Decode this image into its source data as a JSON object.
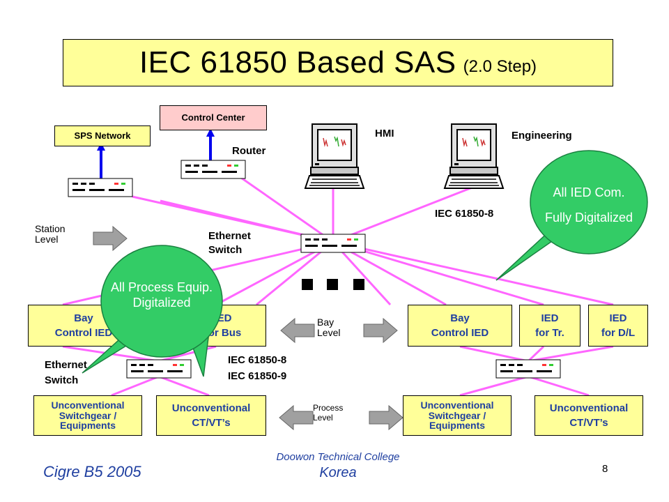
{
  "title": {
    "main": "IEC 61850 Based SAS",
    "step": "(2.0 Step)"
  },
  "top": {
    "sps_network": "SPS Network",
    "control_center": "Control Center",
    "router": "Router",
    "hmi": "HMI",
    "engineering": "Engineering",
    "iec_station": "IEC 61850-8",
    "ethernet_switch_1": "Ethernet",
    "ethernet_switch_2": "Switch",
    "station_level_1": "Station",
    "station_level_2": "Level"
  },
  "bay": {
    "left_bay_1": "Bay",
    "left_bay_2": "Control IED",
    "left_ied_1": "IED",
    "left_ied_2": "for Bus",
    "bay_level_1": "Bay",
    "bay_level_2": "Level",
    "right_bay_1": "Bay",
    "right_bay_2": "Control IED",
    "ied_tr_1": "IED",
    "ied_tr_2": "for Tr.",
    "ied_dl_1": "IED",
    "ied_dl_2": "for D/L"
  },
  "process": {
    "eth_switch_1": "Ethernet",
    "eth_switch_2": "Switch",
    "iec_8": "IEC 61850-8",
    "iec_9": "IEC 61850-9",
    "process_level_1": "Process",
    "process_level_2": "Level",
    "left_switchgear_1": "Unconventional",
    "left_switchgear_2": "Switchgear /",
    "left_switchgear_3": "Equipments",
    "left_ctvt_1": "Unconventional",
    "left_ctvt_2": "CT/VT’s",
    "right_switchgear_1": "Unconventional",
    "right_switchgear_2": "Switchgear /",
    "right_switchgear_3": "Equipments",
    "right_ctvt_1": "Unconventional",
    "right_ctvt_2": "CT/VT’s"
  },
  "callouts": {
    "right_1": "All IED Com.",
    "right_2": "Fully Digitalized",
    "left_1": "All Process Equip.",
    "left_2": "Digitalized"
  },
  "footer": {
    "cigre": "Cigre B5  2005",
    "college": "Doowon Technical College",
    "country": "Korea",
    "page": "8"
  },
  "colors": {
    "link": "#ff66ff",
    "callout": "#33cc66",
    "box": "#ffff99",
    "cc": "#ffcccc",
    "label_blue": "#1f3fa0",
    "arrow": "#999999"
  }
}
